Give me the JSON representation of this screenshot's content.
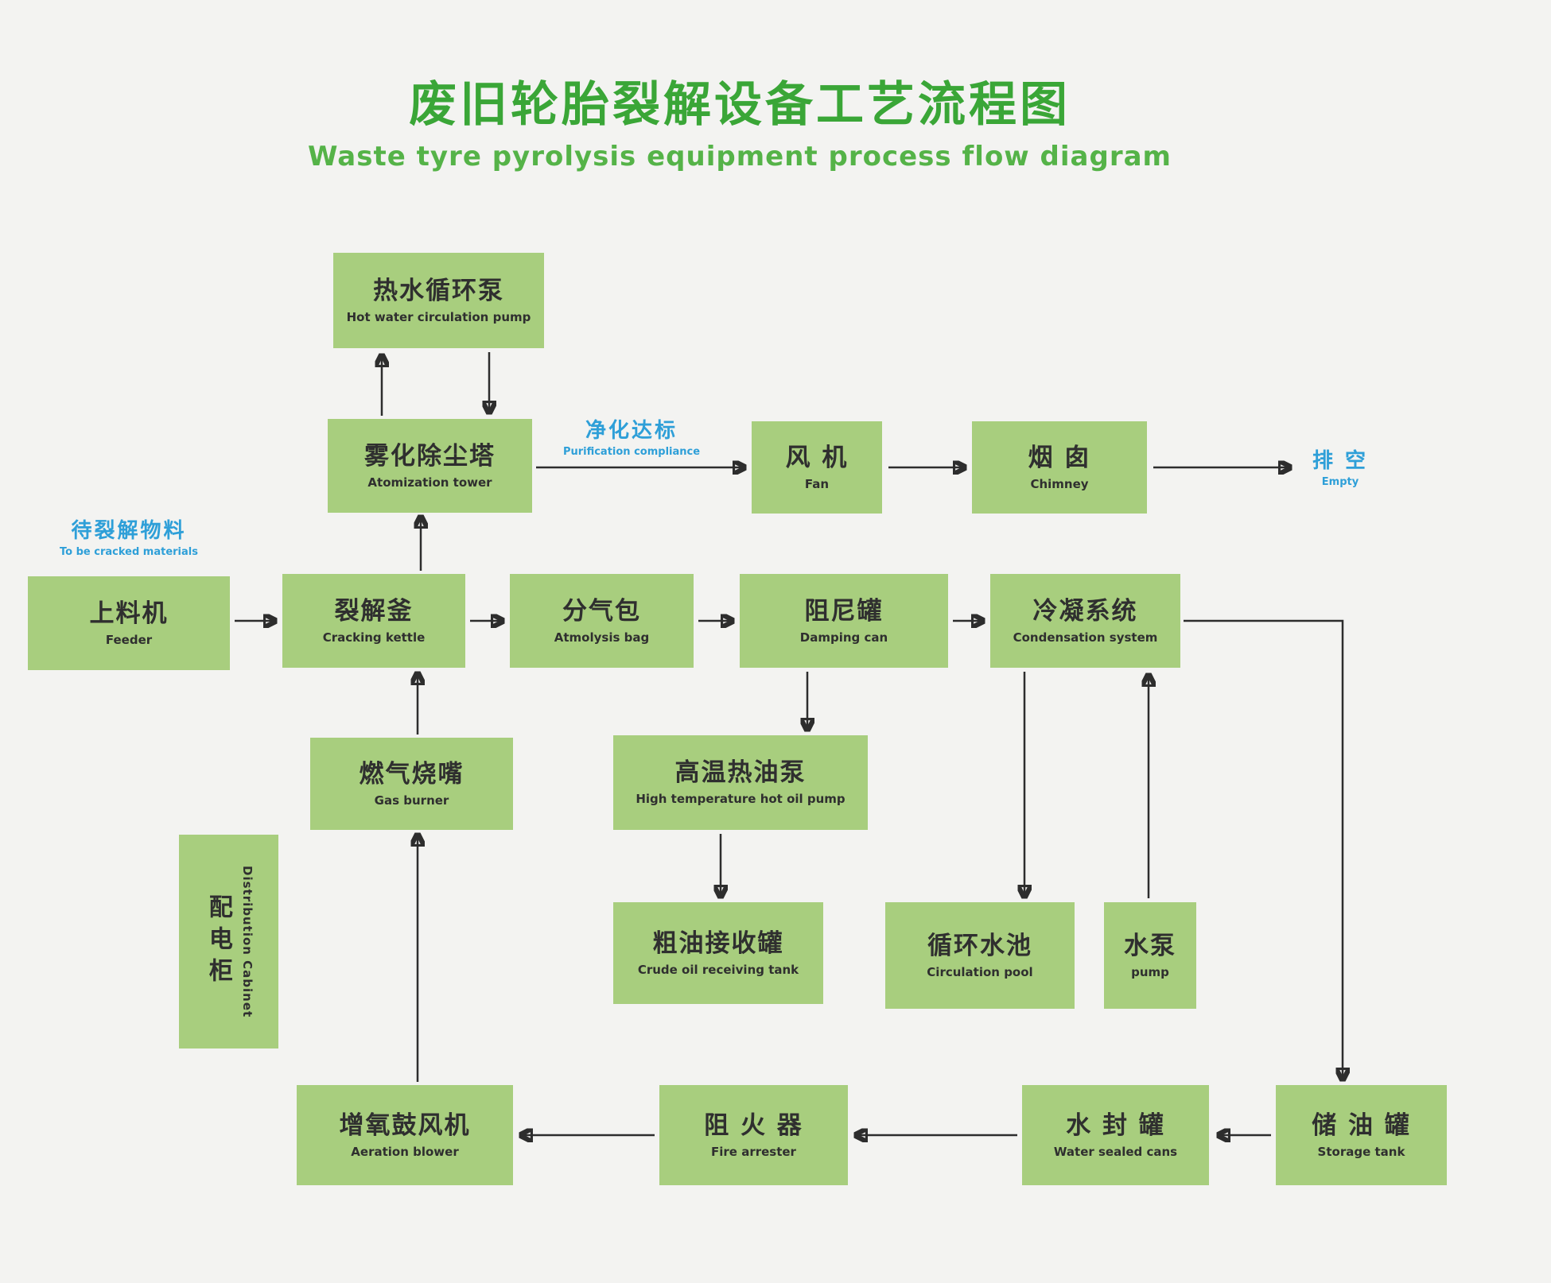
{
  "title": {
    "zh": "废旧轮胎裂解设备工艺流程图",
    "en": "Waste tyre pyrolysis equipment process flow diagram"
  },
  "colors": {
    "background": "#f3f3f1",
    "box_green": "#a8ce7e",
    "title_green": "#3aa637",
    "subtitle_green": "#55b348",
    "annotation_blue": "#2e9fd8",
    "arrow": "#2d2d2d",
    "box_text": "#2f2f2f"
  },
  "nodes": [
    {
      "id": "hot-water-pump",
      "zh": "热水循环泵",
      "en": "Hot water circulation pump"
    },
    {
      "id": "atomization-tower",
      "zh": "雾化除尘塔",
      "en": "Atomization tower"
    },
    {
      "id": "fan",
      "zh": "风 机",
      "en": "Fan"
    },
    {
      "id": "chimney",
      "zh": "烟 囱",
      "en": "Chimney"
    },
    {
      "id": "feeder",
      "zh": "上料机",
      "en": "Feeder"
    },
    {
      "id": "cracking-kettle",
      "zh": "裂解釜",
      "en": "Cracking kettle"
    },
    {
      "id": "atmolysis-bag",
      "zh": "分气包",
      "en": "Atmolysis bag"
    },
    {
      "id": "damping-can",
      "zh": "阻尼罐",
      "en": "Damping can"
    },
    {
      "id": "condensation-system",
      "zh": "冷凝系统",
      "en": "Condensation system"
    },
    {
      "id": "gas-burner",
      "zh": "燃气烧嘴",
      "en": "Gas burner"
    },
    {
      "id": "hot-oil-pump",
      "zh": "高温热油泵",
      "en": "High temperature hot oil pump"
    },
    {
      "id": "distribution-cabinet",
      "zh": "配电柜",
      "en": "Distribution Cabinet"
    },
    {
      "id": "crude-oil-tank",
      "zh": "粗油接收罐",
      "en": "Crude oil receiving tank"
    },
    {
      "id": "circulation-pool",
      "zh": "循环水池",
      "en": "Circulation pool"
    },
    {
      "id": "water-pump",
      "zh": "水泵",
      "en": "pump"
    },
    {
      "id": "aeration-blower",
      "zh": "增氧鼓风机",
      "en": "Aeration blower"
    },
    {
      "id": "fire-arrester",
      "zh": "阻 火 器",
      "en": "Fire arrester"
    },
    {
      "id": "water-sealed-cans",
      "zh": "水 封 罐",
      "en": "Water sealed cans"
    },
    {
      "id": "storage-tank",
      "zh": "储 油 罐",
      "en": "Storage tank"
    }
  ],
  "annotations": [
    {
      "id": "to-be-cracked",
      "zh": "待裂解物料",
      "en": "To be cracked materials"
    },
    {
      "id": "purification",
      "zh": "净化达标",
      "en": "Purification compliance"
    },
    {
      "id": "empty",
      "zh": "排 空",
      "en": "Empty"
    }
  ]
}
